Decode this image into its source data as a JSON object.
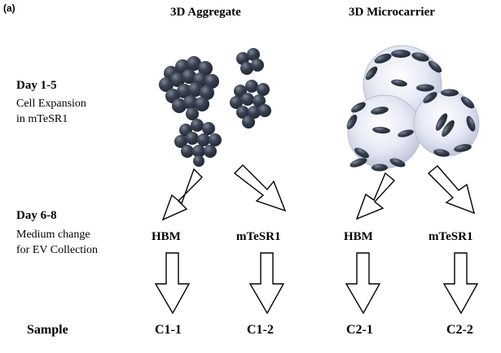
{
  "panel_label": "(a)",
  "columns": {
    "aggregate": "3D Aggregate",
    "microcarrier": "3D Microcarrier"
  },
  "steps": [
    {
      "day": "Day 1-5",
      "desc_lines": [
        "Cell Expansion",
        "in mTeSR1"
      ]
    },
    {
      "day": "Day 6-8",
      "desc_lines": [
        "Medium change",
        "for EV Collection"
      ]
    }
  ],
  "conditions": [
    "HBM",
    "mTeSR1",
    "HBM",
    "mTeSR1"
  ],
  "sample_row": {
    "label": "Sample",
    "ids": [
      "C1-1",
      "C1-2",
      "C2-1",
      "C2-2"
    ]
  },
  "colors": {
    "cell_dark": "#2b3240",
    "cell_highlight": "#7d8697",
    "bead_fill": "#dde2f2",
    "bead_edge": "#b9bfd4",
    "arrow_stroke": "#000000"
  }
}
